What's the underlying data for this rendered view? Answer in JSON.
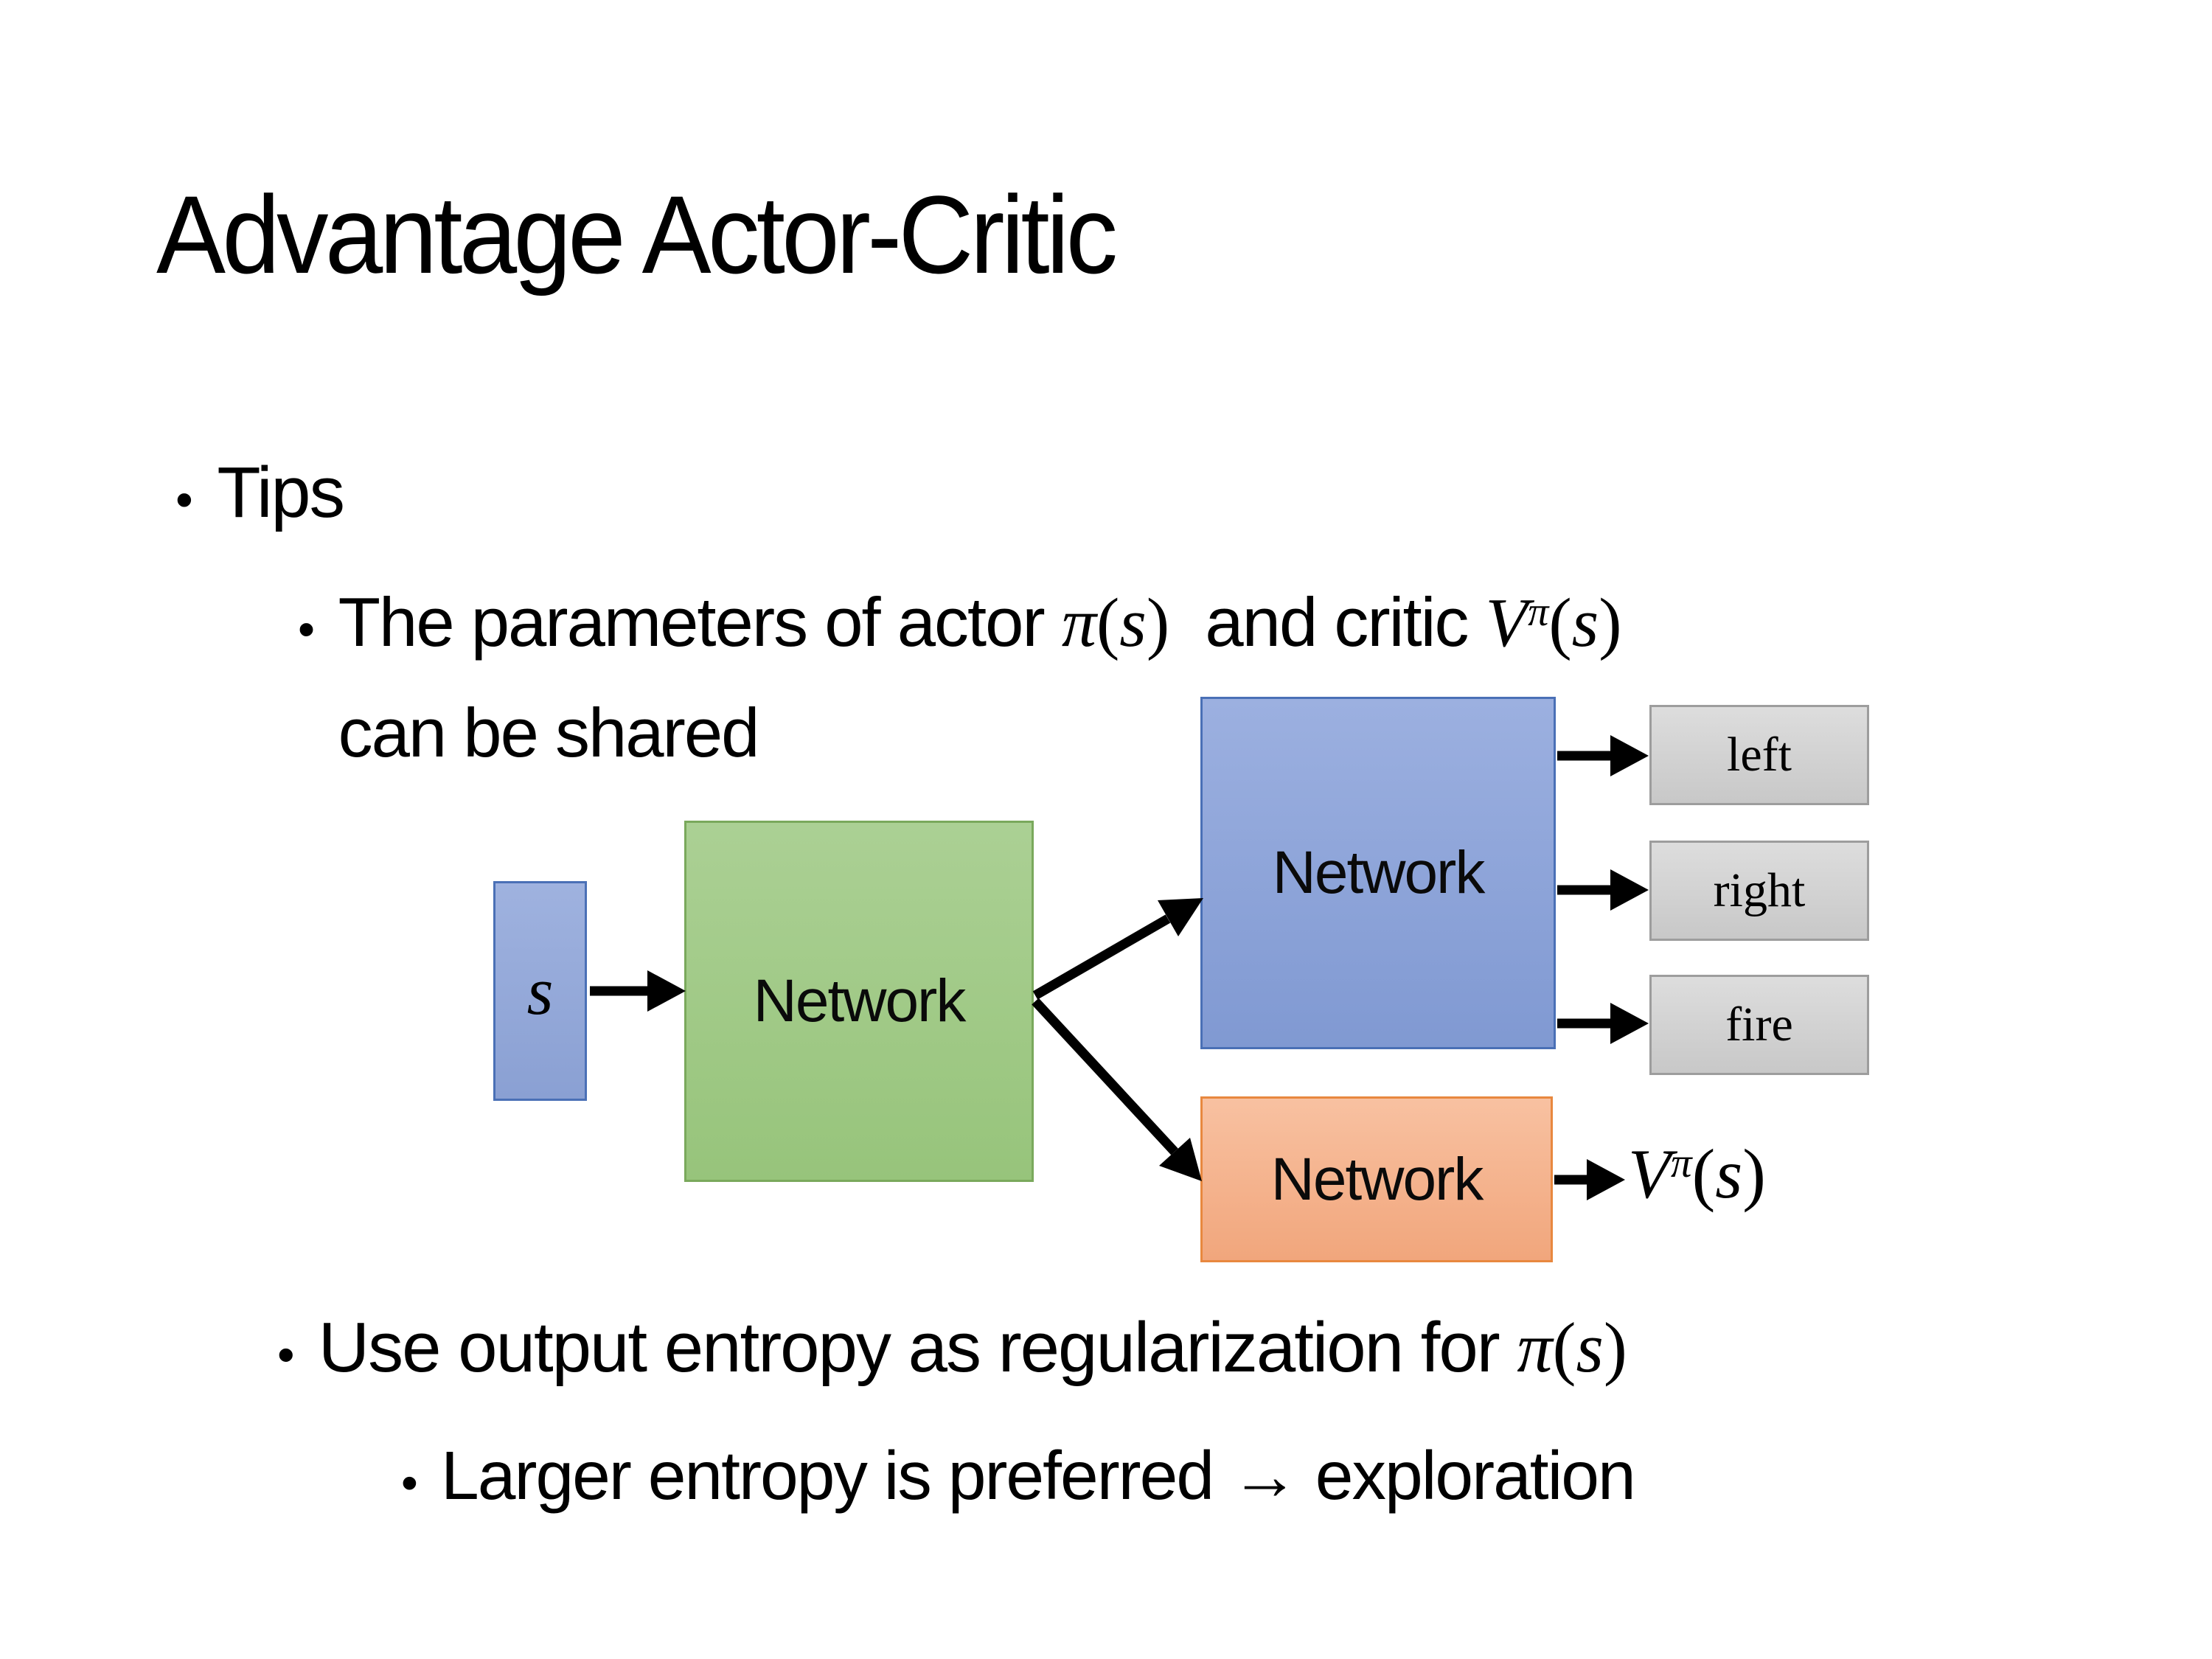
{
  "slide": {
    "title": "Advantage Actor-Critic",
    "bullet_char": "•",
    "bullets": {
      "tips": "Tips",
      "sub1_pre": "The parameters of actor ",
      "sub1_mid": "  and critic ",
      "sub1_line2": "can be shared",
      "sub2_pre": "Use output entropy as regularization for ",
      "sub3": "Larger entropy is preferred → exploration"
    },
    "math": {
      "pi": "π",
      "v": "V",
      "s": "s",
      "lp": "(",
      "rp": ")"
    },
    "diagram": {
      "input_label": "s",
      "shared_network_label": "Network",
      "actor_network_label": "Network",
      "critic_network_label": "Network",
      "action_labels": [
        "left",
        "right",
        "fire"
      ],
      "colors": {
        "input_fill": "#93A9DB",
        "input_border": "#4A70B6",
        "shared_fill": "#A1CA87",
        "shared_border": "#7AA95C",
        "actor_fill": "#8EA5D9",
        "actor_border": "#4A70B6",
        "critic_fill": "#F4B183",
        "critic_border": "#E8883F",
        "action_fill": "#D3D3D3",
        "action_border": "#9D9D9D",
        "arrow": "#000000",
        "background": "#FFFFFF",
        "text": "#000000"
      }
    }
  }
}
